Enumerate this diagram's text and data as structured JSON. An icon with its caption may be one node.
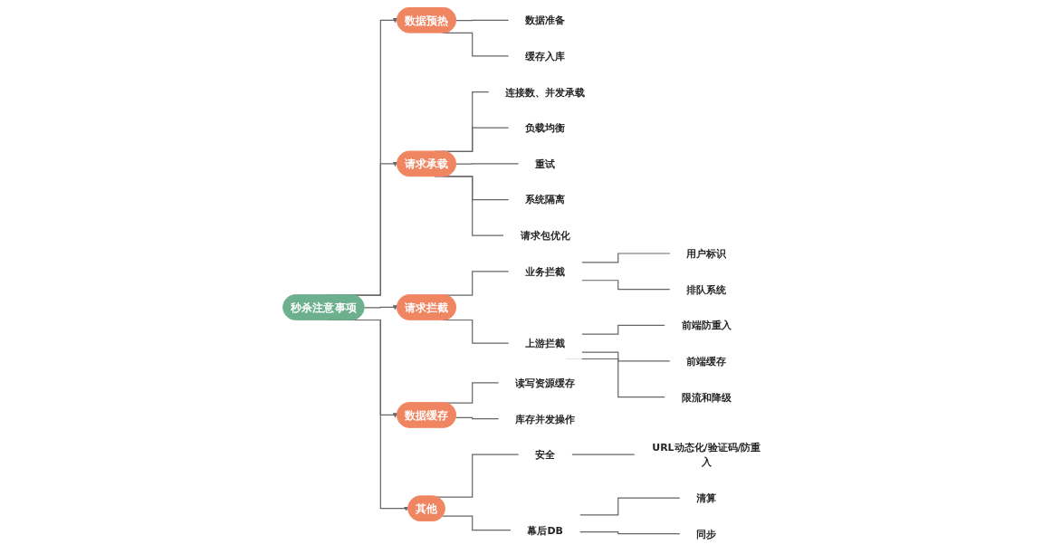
{
  "diagram": {
    "nodes": [
      {
        "text": [
          "秒杀注意事项"
        ]
      },
      {
        "text": [
          "数据预热"
        ]
      },
      {
        "text": [
          "数据准备"
        ]
      },
      {
        "text": [
          "缓存入库"
        ]
      },
      {
        "text": [
          "请求承载"
        ]
      },
      {
        "text": [
          "连接数、并发承载"
        ]
      },
      {
        "text": [
          "负载均衡"
        ]
      },
      {
        "text": [
          "重试"
        ]
      },
      {
        "text": [
          "系统隔离"
        ]
      },
      {
        "text": [
          "请求包优化"
        ]
      },
      {
        "text": [
          "请求拦截"
        ]
      },
      {
        "text": [
          "业务拦截"
        ]
      },
      {
        "text": [
          "用户标识"
        ]
      },
      {
        "text": [
          "排队系统"
        ]
      },
      {
        "text": [
          "上游拦截"
        ]
      },
      {
        "text": [
          "前端防重入"
        ]
      },
      {
        "text": [
          "前端缓存"
        ]
      },
      {
        "text": [
          "限流和降级"
        ]
      },
      {
        "text": [
          "数据缓存"
        ]
      },
      {
        "text": [
          "读写资源缓存"
        ]
      },
      {
        "text": [
          "库存并发操作"
        ]
      },
      {
        "text": [
          "其他"
        ]
      },
      {
        "text": [
          "安全"
        ]
      },
      {
        "text": [
          "URL动态化/验证码/防重入"
        ]
      },
      {
        "text": [
          "幕后DB"
        ]
      },
      {
        "text": [
          "清算"
        ]
      },
      {
        "text": [
          "同步"
        ]
      }
    ],
    "edges": [
      {
        "from": 0,
        "to": 1,
        "arrow": "to"
      },
      {
        "from": 1,
        "to": 2,
        "arrow": "none"
      },
      {
        "from": 1,
        "to": 3,
        "arrow": "none"
      },
      {
        "from": 0,
        "to": 4,
        "arrow": "to"
      },
      {
        "from": 4,
        "to": 5,
        "arrow": "none"
      },
      {
        "from": 4,
        "to": 6,
        "arrow": "none"
      },
      {
        "from": 4,
        "to": 7,
        "arrow": "none"
      },
      {
        "from": 4,
        "to": 8,
        "arrow": "none"
      },
      {
        "from": 4,
        "to": 9,
        "arrow": "none"
      },
      {
        "from": 0,
        "to": 10,
        "arrow": "to"
      },
      {
        "from": 10,
        "to": 11,
        "arrow": "none"
      },
      {
        "from": 11,
        "to": 12,
        "arrow": "none"
      },
      {
        "from": 11,
        "to": 13,
        "arrow": "none"
      },
      {
        "from": 10,
        "to": 14,
        "arrow": "none"
      },
      {
        "from": 14,
        "to": 15,
        "arrow": "none"
      },
      {
        "from": 14,
        "to": 16,
        "arrow": "none"
      },
      {
        "from": 14,
        "to": 17,
        "arrow": "none"
      },
      {
        "from": 0,
        "to": 18,
        "arrow": "to"
      },
      {
        "from": 18,
        "to": 19,
        "arrow": "none"
      },
      {
        "from": 18,
        "to": 20,
        "arrow": "none"
      },
      {
        "from": 0,
        "to": 21,
        "arrow": "to"
      },
      {
        "from": 21,
        "to": 22,
        "arrow": "none"
      },
      {
        "from": 22,
        "to": 23,
        "arrow": "none"
      },
      {
        "from": 21,
        "to": 24,
        "arrow": "none"
      },
      {
        "from": 24,
        "to": 25,
        "arrow": "none"
      },
      {
        "from": 24,
        "to": 26,
        "arrow": "none"
      }
    ]
  }
}
